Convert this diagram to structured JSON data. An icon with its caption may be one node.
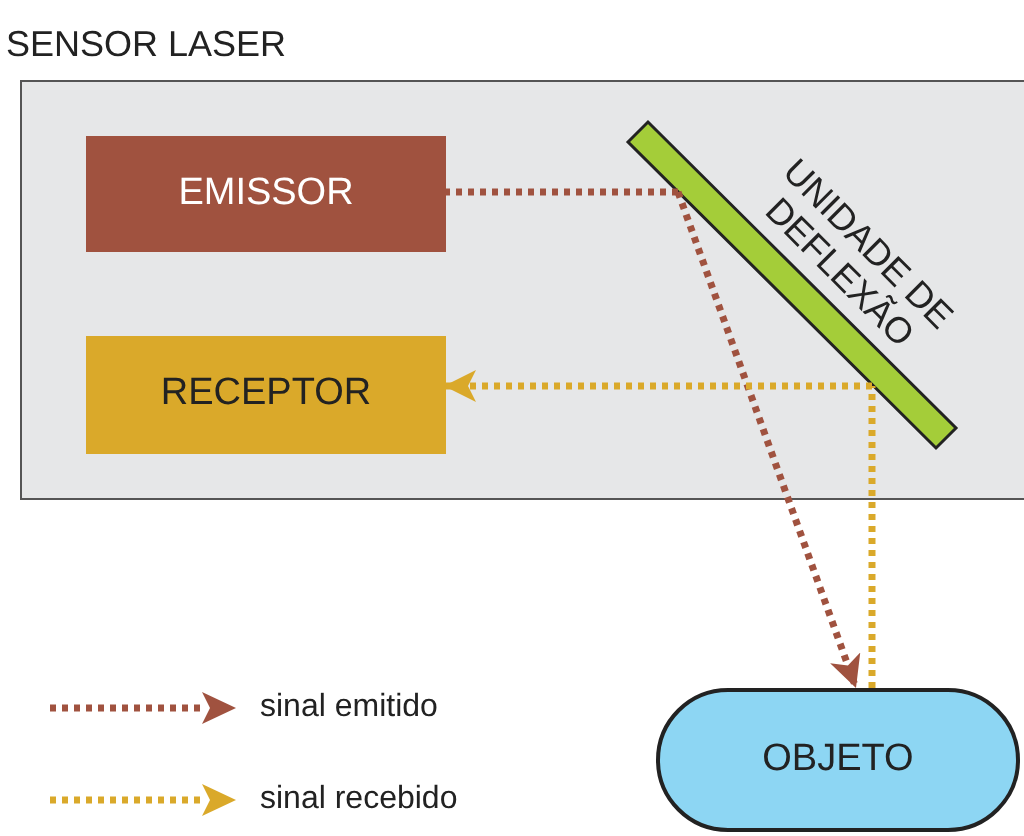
{
  "diagram": {
    "nodes": [
      {
        "text": [
          "SENSOR LASER"
        ]
      },
      {
        "text": [
          "EMISSOR"
        ],
        "in": 0
      },
      {
        "text": [
          "RECEPTOR"
        ],
        "in": 0
      },
      {
        "text": [
          "UNIDADE DE DEFLEXÃO"
        ],
        "in": 0
      },
      {
        "text": [
          "OBJETO"
        ]
      }
    ],
    "edges": [
      {
        "from": 1,
        "to": 3,
        "arrow": "none",
        "style": "dashed",
        "color": "#a0523f"
      },
      {
        "from": 3,
        "to": 4,
        "arrow": "to",
        "style": "dashed",
        "color": "#a0523f"
      },
      {
        "from": 4,
        "to": 3,
        "arrow": "none",
        "style": "dashed",
        "color": "#daa92a"
      },
      {
        "from": 3,
        "to": 2,
        "arrow": "to",
        "style": "dashed",
        "color": "#daa92a"
      }
    ],
    "legend": [
      {
        "text": "sinal emitido"
      },
      {
        "text": "sinal recebido"
      }
    ]
  }
}
